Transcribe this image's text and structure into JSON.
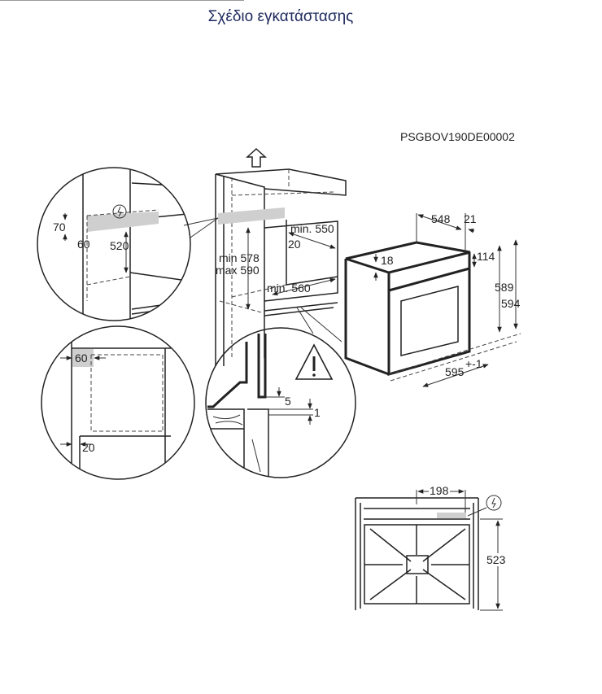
{
  "title": "Σχέδιο εγκατάστασης",
  "drawing_code": "PSGBOV190DE00002",
  "detail_top": {
    "d70": "70",
    "d60": "60",
    "d520": "520"
  },
  "cabinet": {
    "min550": "min. 550",
    "d20": "20",
    "min578": "min 578",
    "max590": "max 590",
    "min560": "min. 560"
  },
  "detail_side": {
    "d60": "60",
    "d20": "20"
  },
  "detail_bottom": {
    "d5": "5",
    "d1": "1"
  },
  "oven": {
    "d548": "548",
    "d21": "21",
    "d18": "18",
    "d114": "114",
    "d589": "589",
    "d594": "594",
    "d595": "595",
    "d595_tol": "+-1"
  },
  "rear_view": {
    "d198": "198",
    "d523": "523"
  },
  "icons": [
    "up-arrow-icon",
    "electric-connection-icon",
    "warning-icon"
  ]
}
